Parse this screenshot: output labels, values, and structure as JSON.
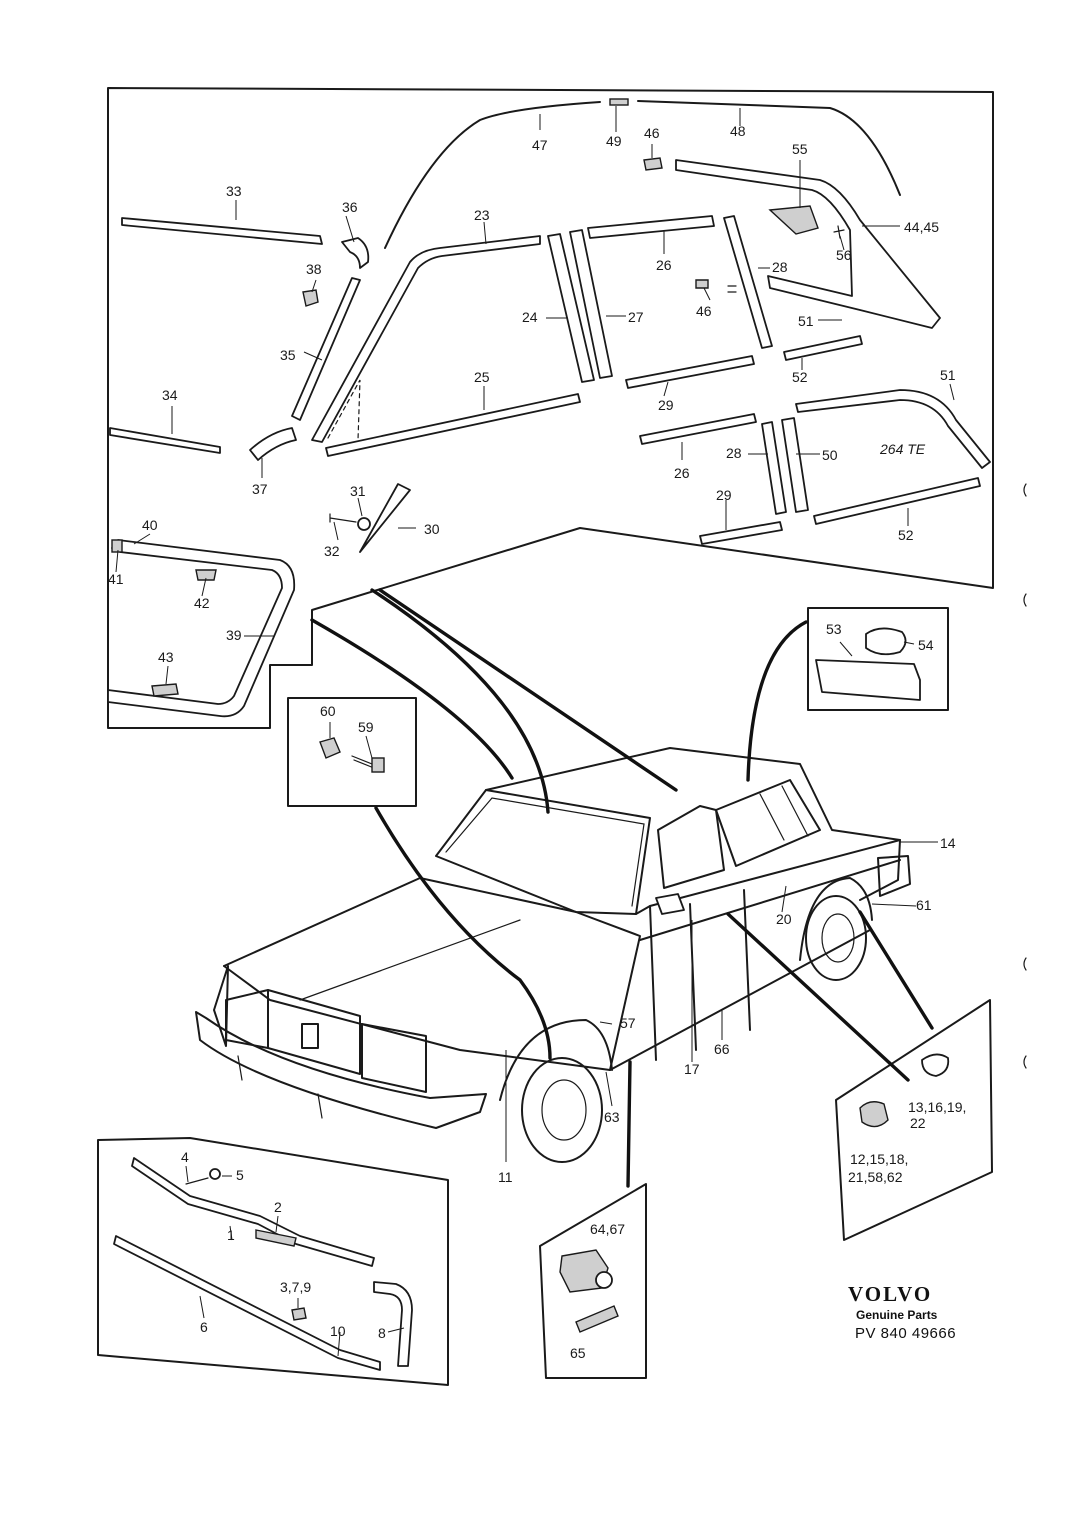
{
  "labels": {
    "l1": "1",
    "l2": "2",
    "l379": "3,7,9",
    "l4": "4",
    "l5": "5",
    "l6": "6",
    "l8": "8",
    "l10": "10",
    "l11": "11",
    "l13": "13,16,19,",
    "l13b": "22",
    "l12": "12,15,18,",
    "l12b": "21,58,62",
    "l14": "14",
    "l17": "17",
    "l20": "20",
    "l23": "23",
    "l24": "24",
    "l25": "25",
    "l26a": "26",
    "l26b": "26",
    "l27": "27",
    "l28a": "28",
    "l28b": "28",
    "l29a": "29",
    "l29b": "29",
    "l30": "30",
    "l31": "31",
    "l32": "32",
    "l33": "33",
    "l34": "34",
    "l35": "35",
    "l36": "36",
    "l37": "37",
    "l38": "38",
    "l39": "39",
    "l40": "40",
    "l41": "41",
    "l42": "42",
    "l43": "43",
    "l4445": "44,45",
    "l46a": "46",
    "l46b": "46",
    "l47": "47",
    "l48": "48",
    "l49": "49",
    "l50": "50",
    "l51a": "51",
    "l51b": "51",
    "l52a": "52",
    "l52b": "52",
    "l53": "53",
    "l54": "54",
    "l55": "55",
    "l56": "56",
    "l57": "57",
    "l59": "59",
    "l60": "60",
    "l61": "61",
    "l63": "63",
    "l6467": "64,67",
    "l65": "65",
    "l66": "66"
  },
  "variant_label": "264 TE",
  "footer": {
    "brand": "VOLVO",
    "subtitle": "Genuine Parts",
    "reference": "PV 840 49666"
  }
}
